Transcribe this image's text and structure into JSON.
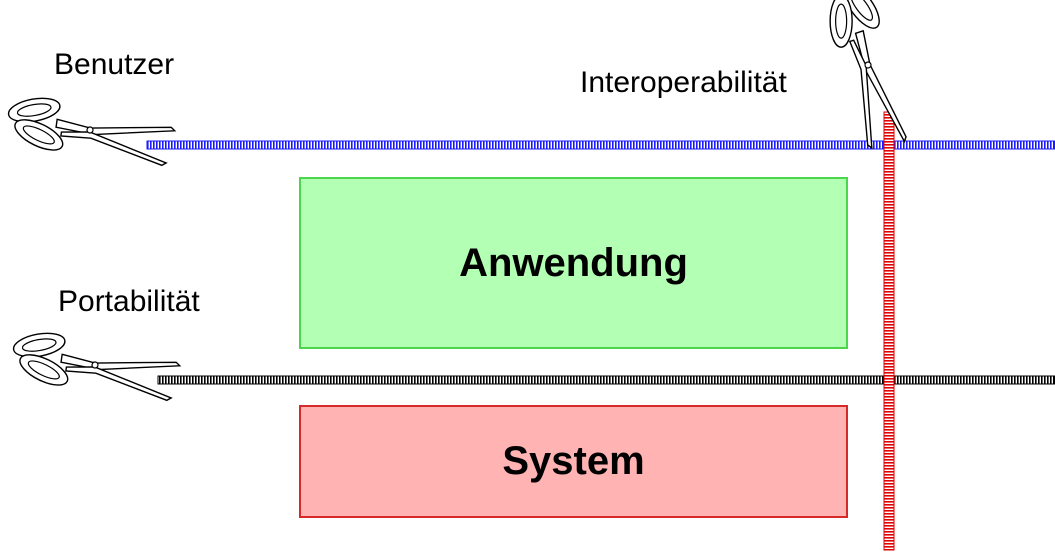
{
  "labels": {
    "benutzer": "Benutzer",
    "interoperability": "Interoperabilität",
    "portability": "Portabilität"
  },
  "boxes": {
    "application": "Anwendung",
    "system": "System"
  },
  "colors": {
    "application_fill": "#b3ffb3",
    "application_border": "#4cd64c",
    "system_fill": "#ffb3b3",
    "system_border": "#d42a2a",
    "user_cut_line": "#1a1aff",
    "interop_cut_line": "#e00000",
    "portability_cut_line": "#000000"
  },
  "icons": {
    "benutzer": "scissors-icon",
    "interoperability": "scissors-icon",
    "portability": "scissors-icon"
  }
}
